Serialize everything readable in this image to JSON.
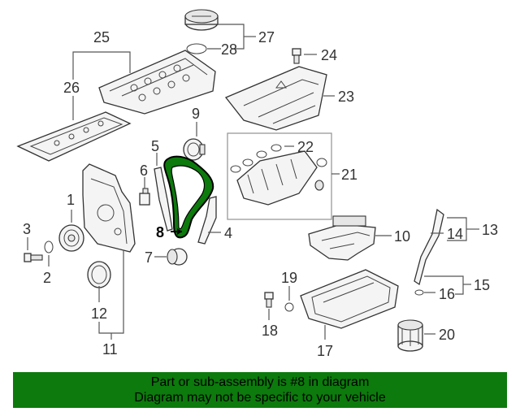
{
  "callouts": {
    "c1": "1",
    "c2": "2",
    "c3": "3",
    "c4": "4",
    "c5": "5",
    "c6": "6",
    "c7": "7",
    "c8": "8",
    "c9": "9",
    "c10": "10",
    "c11": "11",
    "c12": "12",
    "c13": "13",
    "c14": "14",
    "c15": "15",
    "c16": "16",
    "c17": "17",
    "c18": "18",
    "c19": "19",
    "c20": "20",
    "c21": "21",
    "c22": "22",
    "c23": "23",
    "c24": "24",
    "c25": "25",
    "c26": "26",
    "c27": "27",
    "c28": "28"
  },
  "highlight": {
    "color": "#0c7a0c",
    "part": "8"
  },
  "banner": {
    "line1": "Part or sub-assembly is #8 in diagram",
    "line2": "Diagram may not be specific to your vehicle",
    "color": "#0c7a0c"
  }
}
